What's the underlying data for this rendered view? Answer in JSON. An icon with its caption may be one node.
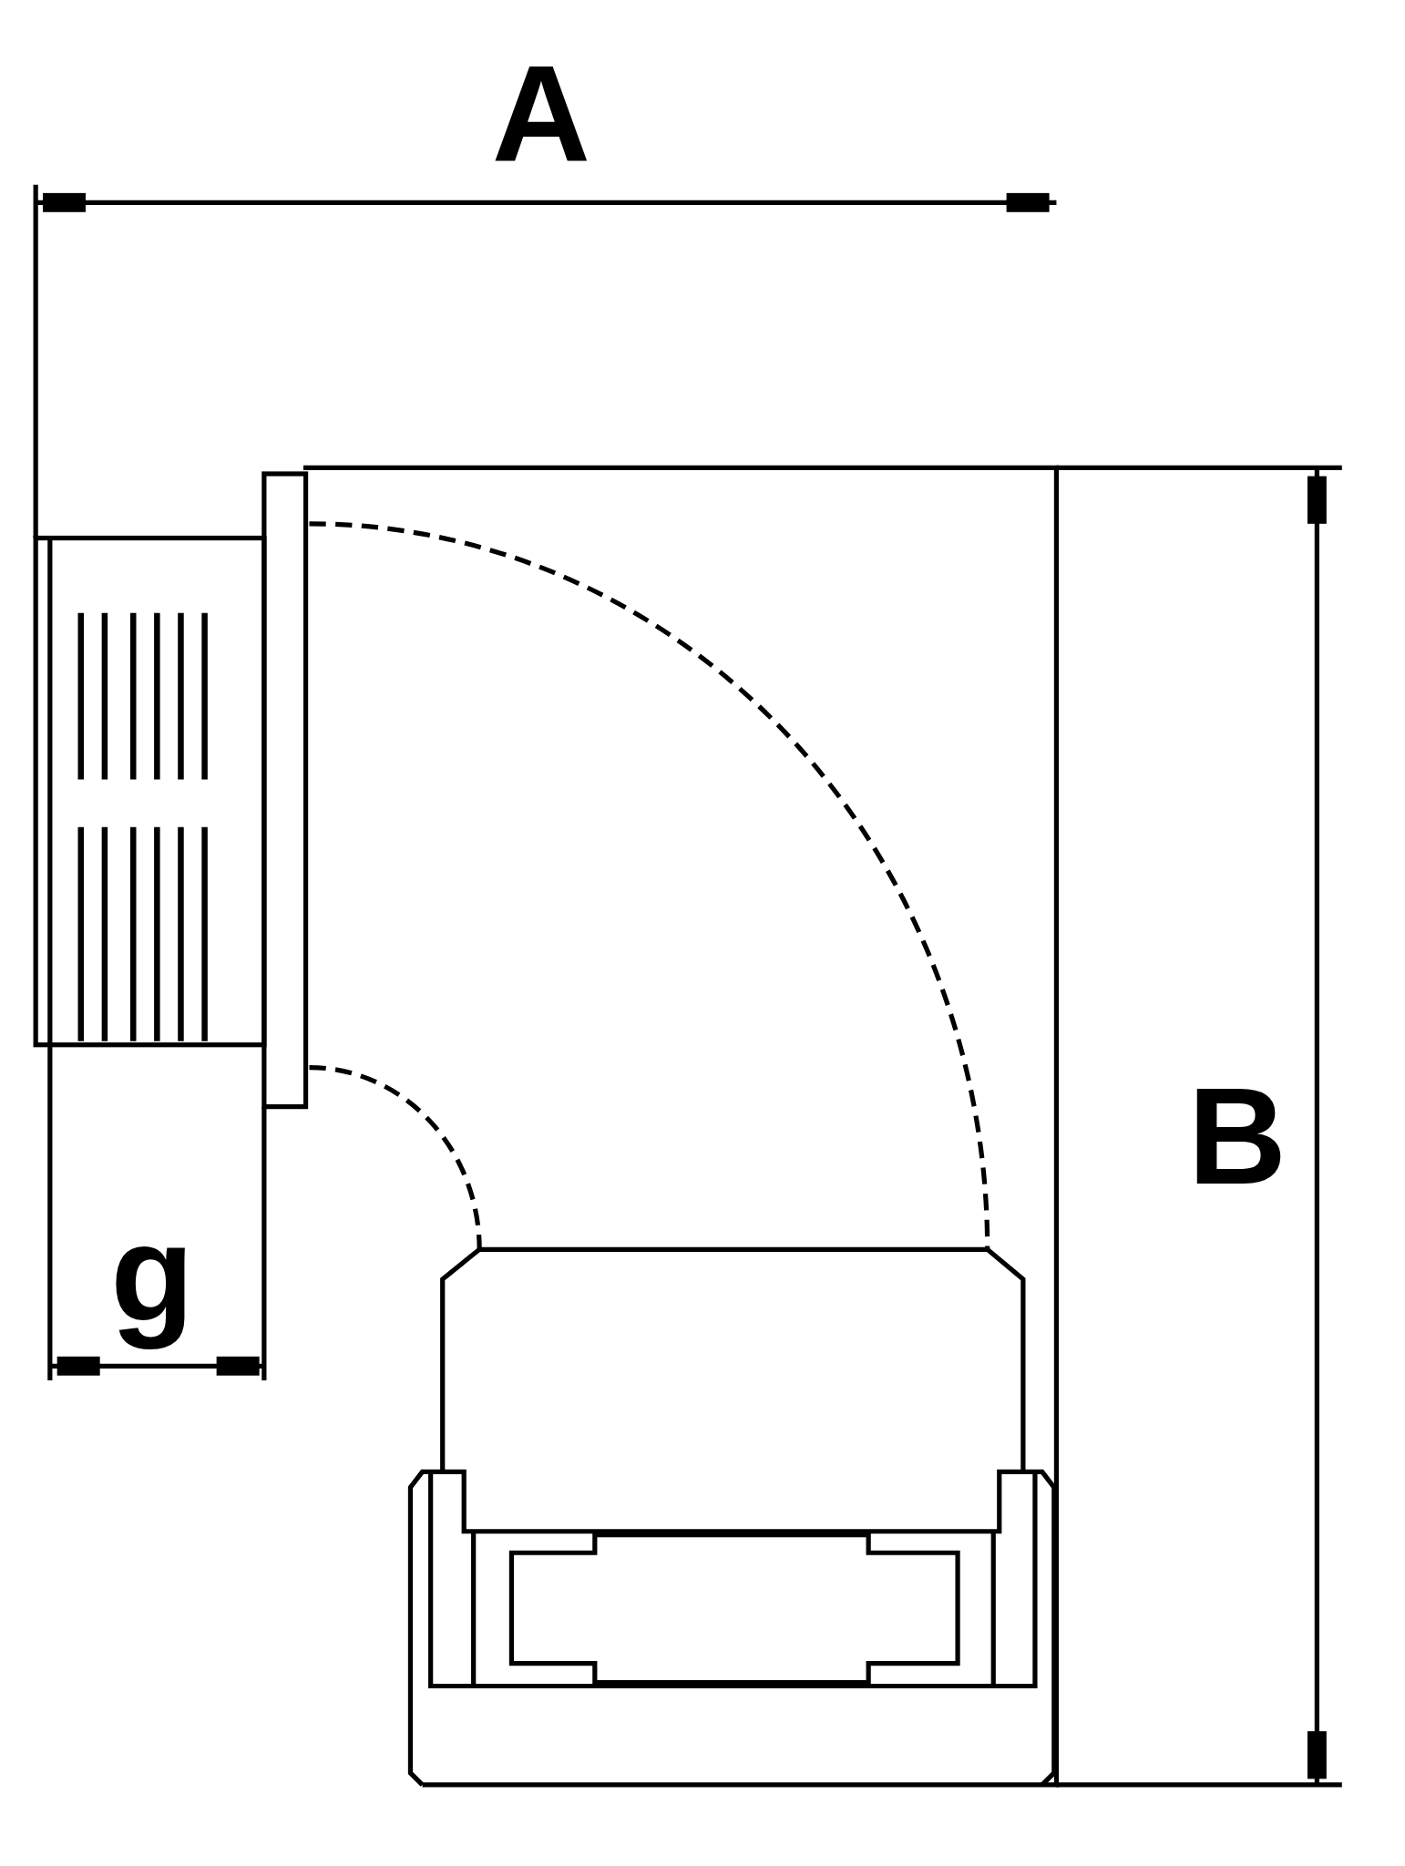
{
  "diagram": {
    "labels": [
      "A",
      "B",
      "g"
    ]
  }
}
